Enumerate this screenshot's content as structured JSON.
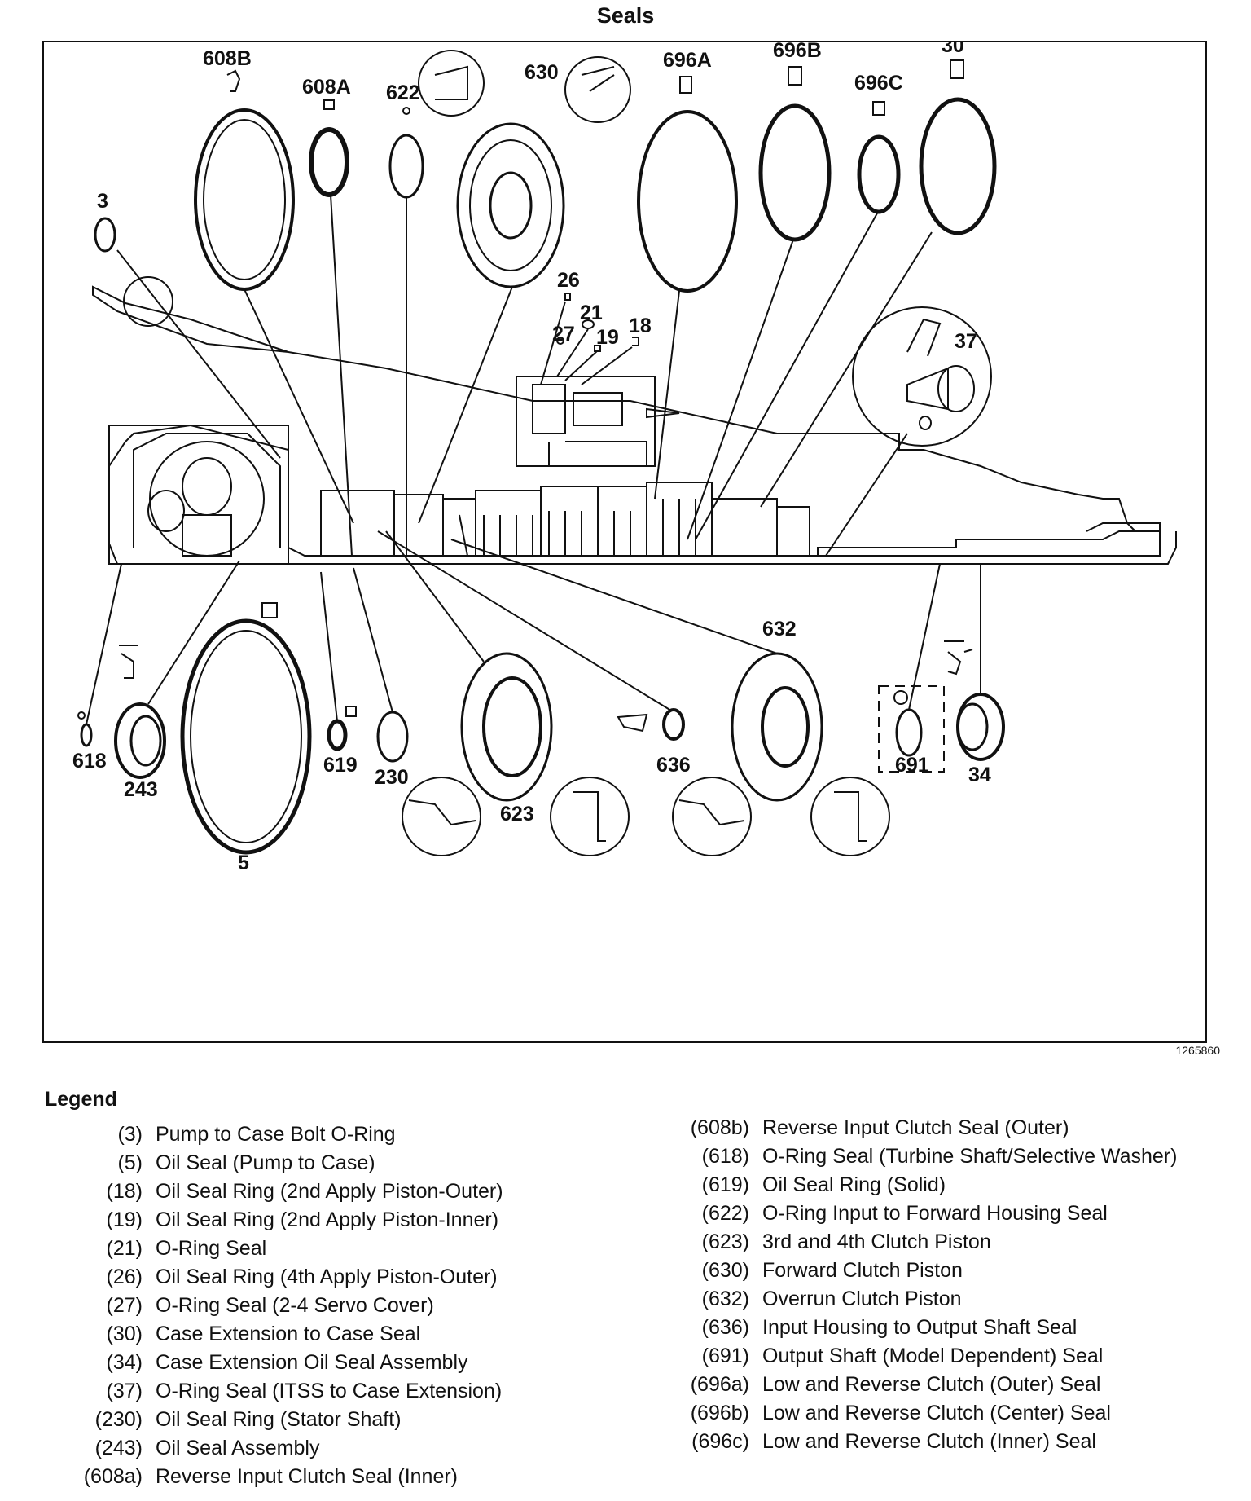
{
  "title": "Seals",
  "figure_id": "1265860",
  "legend_title": "Legend",
  "callouts": [
    "608B",
    "608A",
    "622",
    "630",
    "696A",
    "696B",
    "696C",
    "30",
    "3",
    "26",
    "21",
    "27",
    "19",
    "18",
    "37",
    "632",
    "618",
    "243",
    "5",
    "619",
    "230",
    "623",
    "636",
    "691",
    "34"
  ],
  "legend_left": [
    {
      "ref": "(3)",
      "desc": "Pump to Case Bolt O-Ring"
    },
    {
      "ref": "(5)",
      "desc": "Oil Seal (Pump to Case)"
    },
    {
      "ref": "(18)",
      "desc": "Oil Seal Ring (2nd Apply Piston-Outer)"
    },
    {
      "ref": "(19)",
      "desc": "Oil Seal Ring (2nd Apply Piston-Inner)"
    },
    {
      "ref": "(21)",
      "desc": "O-Ring Seal"
    },
    {
      "ref": "(26)",
      "desc": "Oil Seal Ring (4th Apply Piston-Outer)"
    },
    {
      "ref": "(27)",
      "desc": "O-Ring Seal (2-4 Servo Cover)"
    },
    {
      "ref": "(30)",
      "desc": "Case Extension to Case Seal"
    },
    {
      "ref": "(34)",
      "desc": "Case Extension Oil Seal Assembly"
    },
    {
      "ref": "(37)",
      "desc": "O-Ring Seal (ITSS to Case Extension)"
    },
    {
      "ref": "(230)",
      "desc": "Oil Seal Ring (Stator Shaft)"
    },
    {
      "ref": "(243)",
      "desc": "Oil Seal Assembly"
    },
    {
      "ref": "(608a)",
      "desc": "Reverse Input Clutch Seal (Inner)"
    }
  ],
  "legend_right": [
    {
      "ref": "(608b)",
      "desc": "Reverse Input Clutch Seal (Outer)"
    },
    {
      "ref": "(618)",
      "desc": "O-Ring Seal (Turbine Shaft/Selective Washer)"
    },
    {
      "ref": "(619)",
      "desc": "Oil Seal Ring (Solid)"
    },
    {
      "ref": "(622)",
      "desc": "O-Ring Input to Forward Housing Seal"
    },
    {
      "ref": "(623)",
      "desc": "3rd and 4th Clutch Piston"
    },
    {
      "ref": "(630)",
      "desc": "Forward Clutch Piston"
    },
    {
      "ref": "(632)",
      "desc": "Overrun Clutch Piston"
    },
    {
      "ref": "(636)",
      "desc": "Input Housing to Output Shaft Seal"
    },
    {
      "ref": "(691)",
      "desc": "Output Shaft (Model Dependent) Seal"
    },
    {
      "ref": "(696a)",
      "desc": "Low and Reverse Clutch (Outer) Seal"
    },
    {
      "ref": "(696b)",
      "desc": "Low and Reverse Clutch (Center) Seal"
    },
    {
      "ref": "(696c)",
      "desc": "Low and Reverse Clutch (Inner) Seal"
    }
  ]
}
